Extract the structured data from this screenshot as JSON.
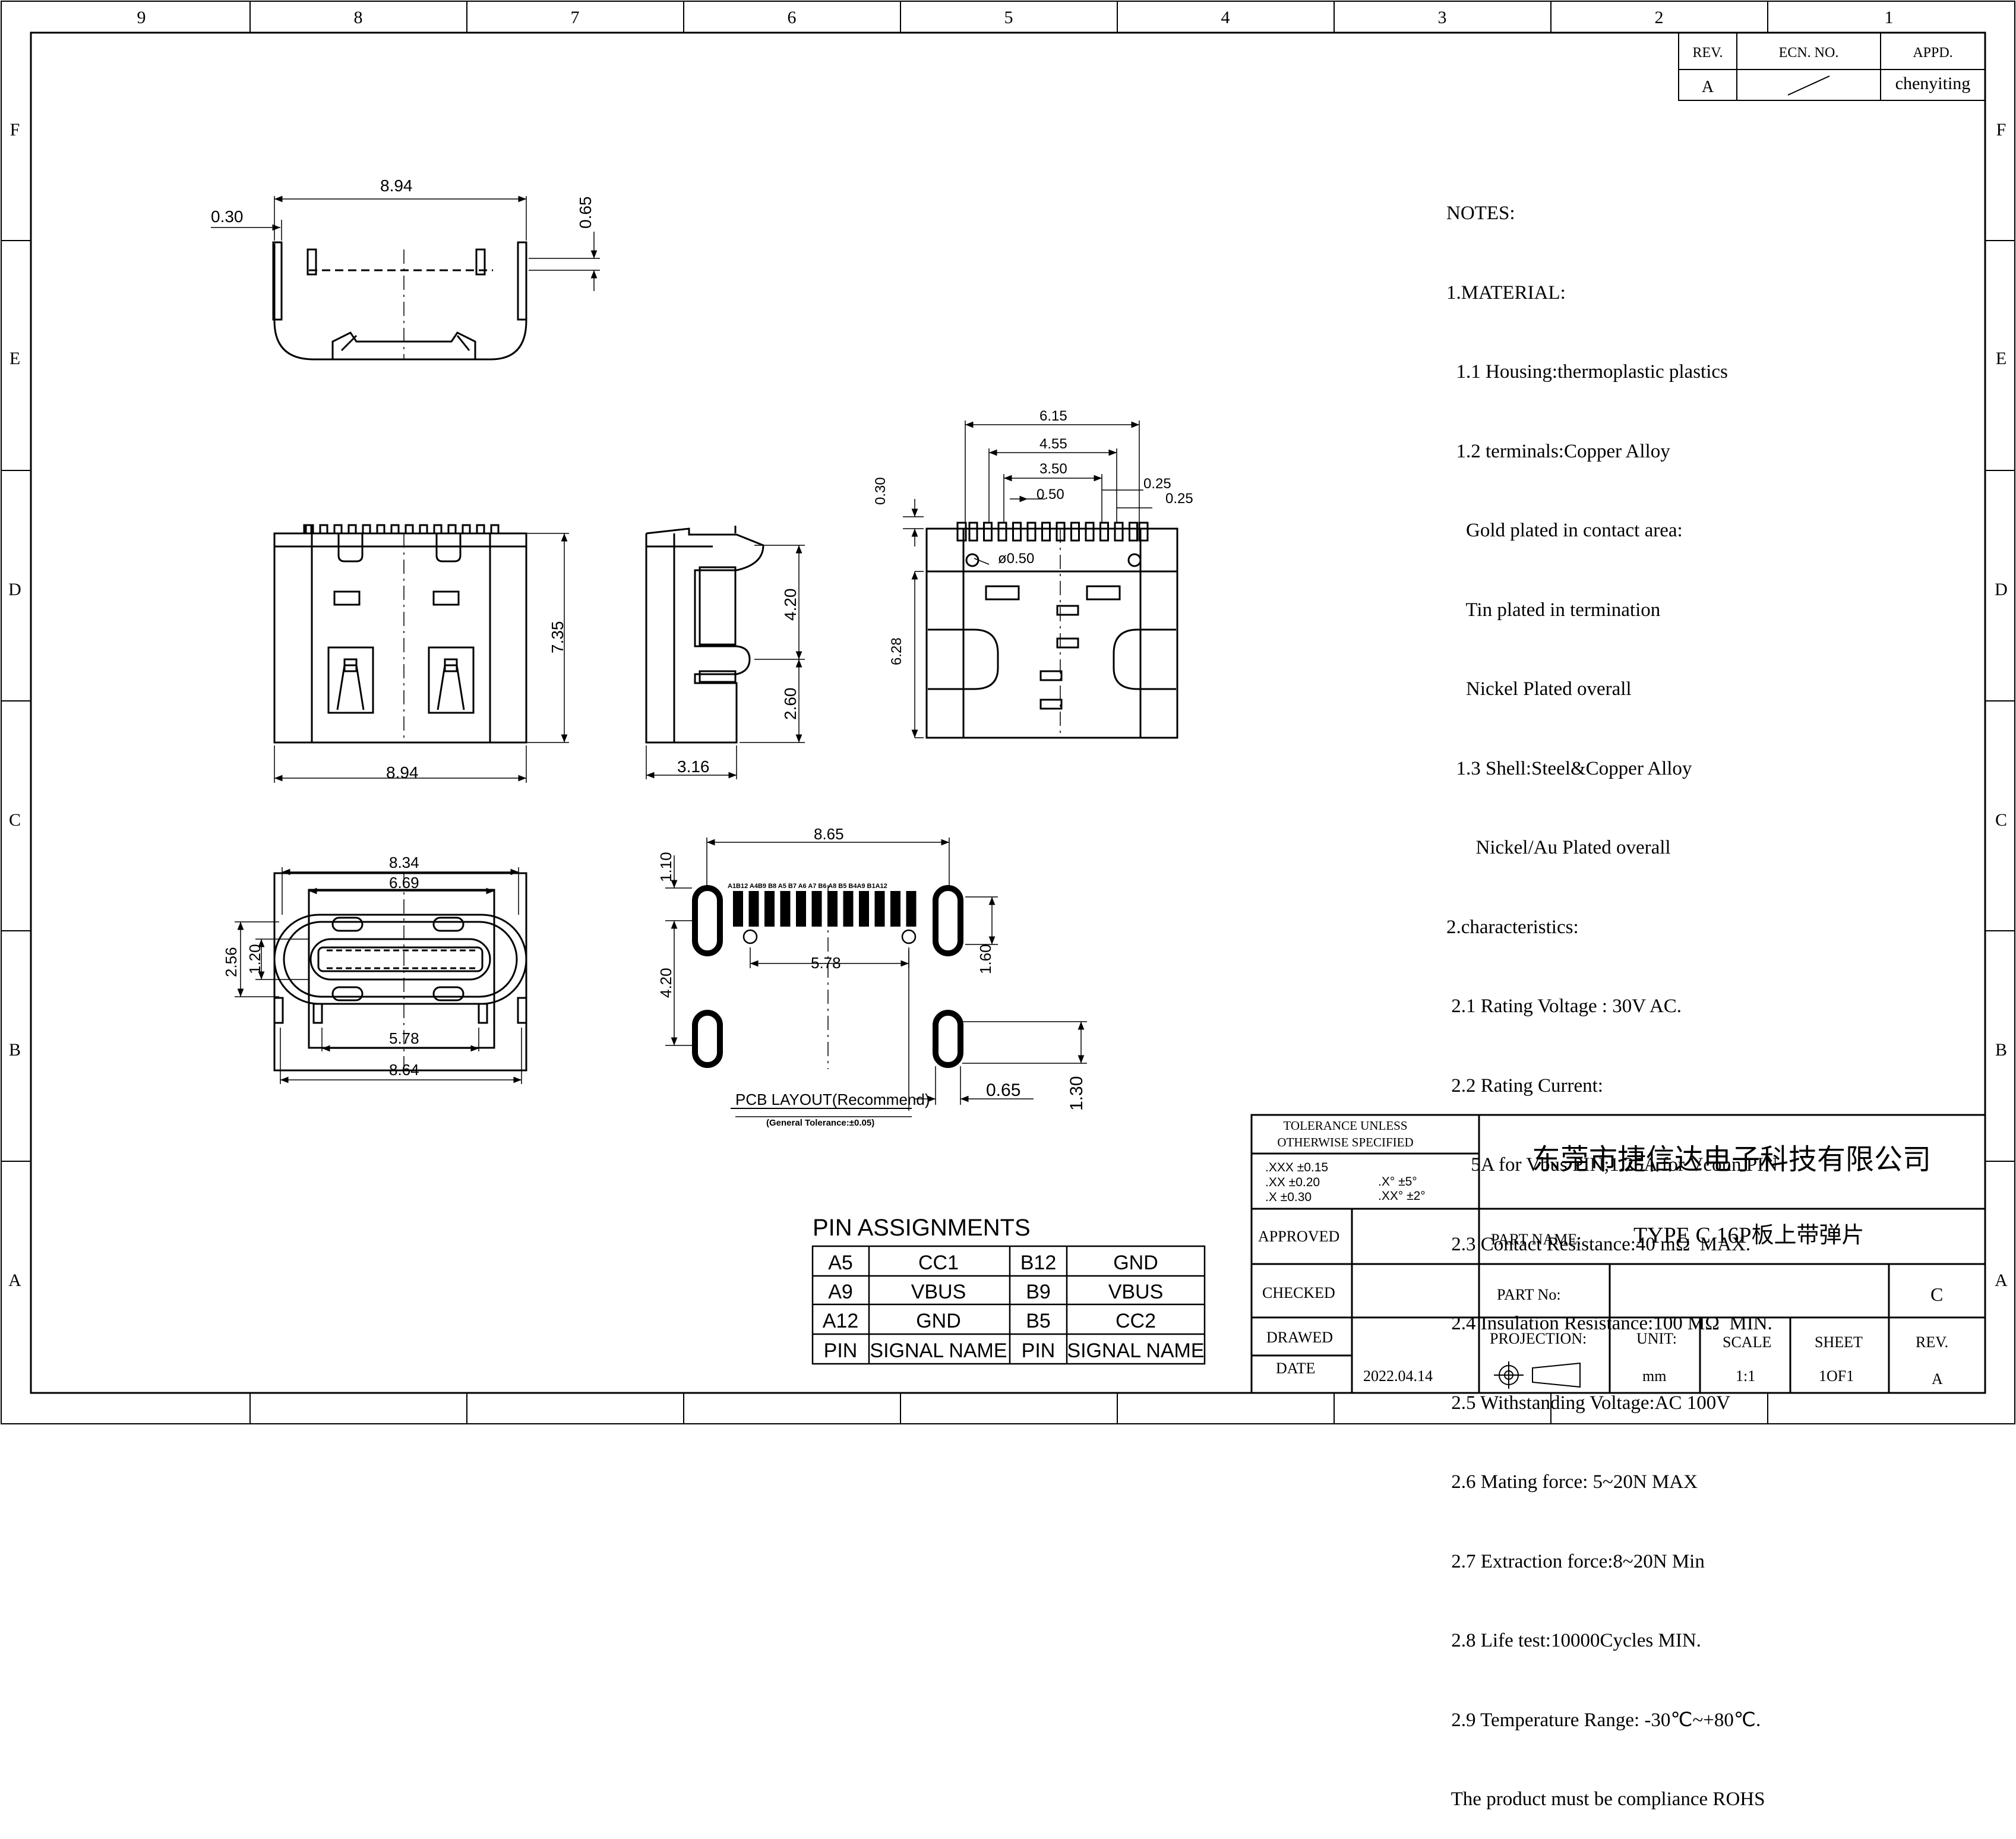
{
  "frame": {
    "col_labels": [
      "9",
      "8",
      "7",
      "6",
      "5",
      "4",
      "3",
      "2",
      "1"
    ],
    "row_labels": [
      "F",
      "E",
      "D",
      "C",
      "B",
      "A"
    ]
  },
  "revision": {
    "headers": [
      "REV.",
      "ECN. NO.",
      "APPD."
    ],
    "rev": "A",
    "ecn": "/",
    "appd": "chenyiting"
  },
  "notes": [
    "NOTES:",
    "1.MATERIAL:",
    "  1.1 Housing:thermoplastic plastics",
    "  1.2 terminals:Copper Alloy",
    "    Gold plated in contact area:",
    "    Tin plated in termination",
    "    Nickel Plated overall",
    "  1.3 Shell:Steel&Copper Alloy",
    "      Nickel/Au Plated overall",
    "2.characteristics:",
    " 2.1 Rating Voltage : 30V AC.",
    " 2.2 Rating Current:",
    "     5A for Vbus PIN;1.25A for Vconn PIN",
    " 2.3 Contact Resistance:40 mΩ  MAX.",
    " 2.4 Insulation Resistance:100 MΩ  MIN.",
    " 2.5 Withstanding Voltage:AC 100V",
    " 2.6 Mating force: 5~20N MAX",
    " 2.7 Extraction force:8~20N Min",
    " 2.8 Life test:10000Cycles MIN.",
    " 2.9 Temperature Range: -30℃~+80℃.",
    " The product must be compliance ROHS"
  ],
  "dims": {
    "top_width": "8.94",
    "top_offset": "0.30",
    "top_height": "0.65",
    "front_height": "7.35",
    "front_width": "8.94",
    "side_upper": "4.20",
    "side_lower": "2.60",
    "side_width": "3.16",
    "pin_span_outer": "6.15",
    "pin_span_mid": "4.55",
    "pin_span_inner": "3.50",
    "pin_pitch": "0.50",
    "pin_w1": "0.25",
    "pin_w2": "0.25",
    "pin_tip": "0.30",
    "hole_dia": "ø0.50",
    "body_depth": "6.28",
    "bottom_outer": "8.34",
    "bottom_inner": "6.69",
    "bottom_h1": "2.56",
    "bottom_h2": "1.20",
    "bottom_pegs": "5.78",
    "bottom_total": "8.64",
    "pcb_width": "8.65",
    "pcb_top": "1.10",
    "pcb_vertical": "4.20",
    "pcb_holes": "5.78",
    "pcb_pad_h": "1.60",
    "pcb_slot_w": "0.65",
    "pcb_slot_h": "1.30",
    "pin_labels": "A1B12 A4B9 B8 A5 B7 A6 A7 B6 A8 B5 B4A9 B1A12"
  },
  "pcb_layout": {
    "title": "PCB LAYOUT(Recommend)",
    "tolerance": "(General Tolerance:±0.05)"
  },
  "pin_assignments": {
    "title": "PIN ASSIGNMENTS",
    "rows": [
      [
        "A5",
        "CC1",
        "B12",
        "GND"
      ],
      [
        "A9",
        "VBUS",
        "B9",
        "VBUS"
      ],
      [
        "A12",
        "GND",
        "B5",
        "CC2"
      ],
      [
        "PIN",
        "SIGNAL NAME",
        "PIN",
        "SIGNAL NAME"
      ]
    ]
  },
  "title_block": {
    "tolerance_title_1": "TOLERANCE UNLESS",
    "tolerance_title_2": "OTHERWISE SPECIFIED",
    "tol_xxx": ".XXX  ±0.15",
    "tol_xx": ".XX   ±0.20",
    "tol_x": ".X    ±0.30",
    "tol_ang1": ".X°     ±5°",
    "tol_ang2": ".XX°    ±2°",
    "company": "东莞市捷信达电子科技有限公司",
    "approved": "APPROVED",
    "checked": "CHECKED",
    "drawed": "DRAWED",
    "date_label": "DATE",
    "date": "2022.04.14",
    "part_name_label": "PART NAME:",
    "part_name": "TYPE C 16P板上带弹片",
    "part_no_label": "PART No:",
    "part_no_rev": "C",
    "projection": "PROJECTION:",
    "unit_label": "UNIT:",
    "scale_label": "SCALE",
    "sheet_label": "SHEET",
    "rev_label": "REV.",
    "unit": "mm",
    "scale": "1:1",
    "sheet": "1OF1",
    "rev": "A"
  }
}
